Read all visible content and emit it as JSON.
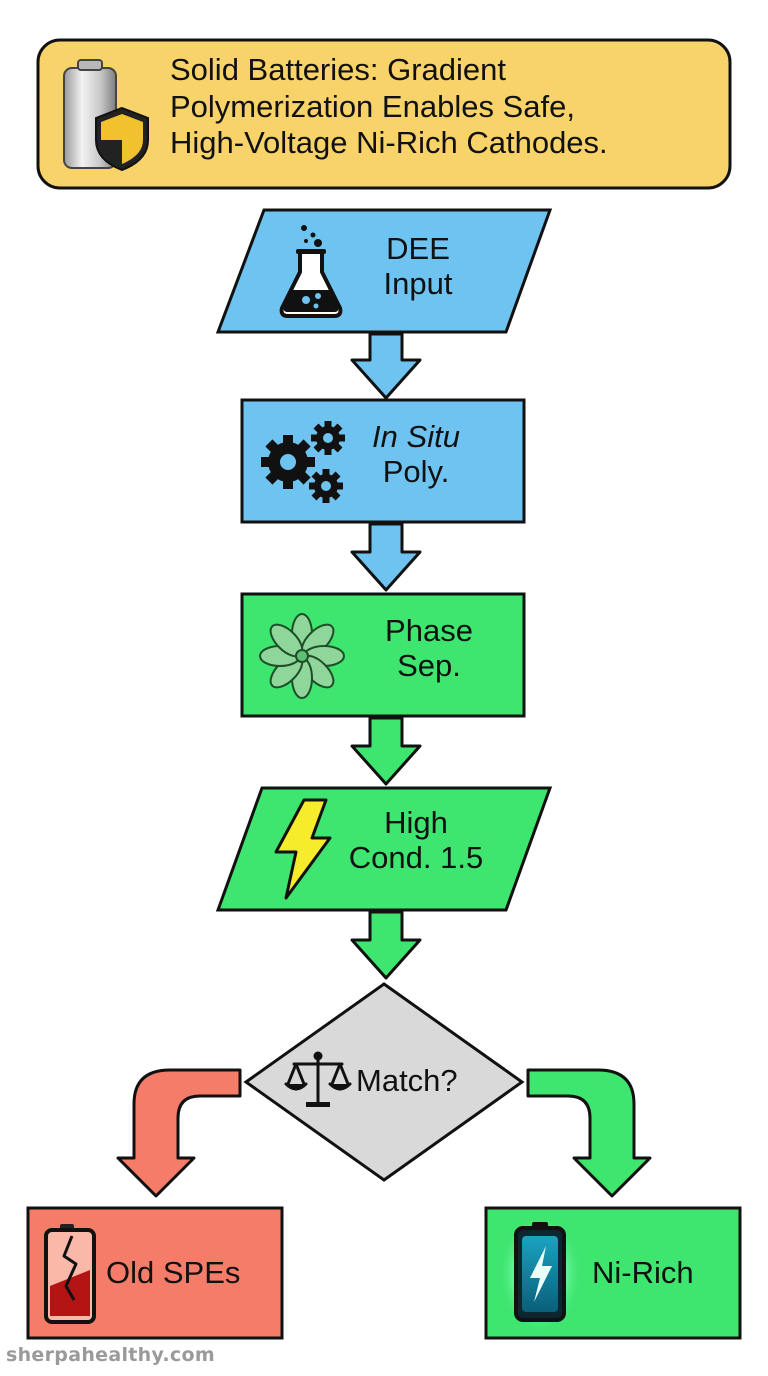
{
  "title": {
    "lines": [
      "Solid Batteries: Gradient",
      "Polymerization Enables Safe,",
      "High-Voltage Ni-Rich Cathodes."
    ]
  },
  "steps": {
    "dee": {
      "line1": "DEE",
      "line2": "Input"
    },
    "poly": {
      "line1": "In Situ",
      "line2": "Poly."
    },
    "phase": {
      "line1": "Phase",
      "line2": "Sep."
    },
    "cond": {
      "line1": "High",
      "line2": "Cond. 1.5"
    }
  },
  "decision": {
    "label": "Match?"
  },
  "outcomes": {
    "old": {
      "label": "Old SPEs"
    },
    "ni": {
      "label": "Ni-Rich"
    }
  },
  "watermark": "sherpahealthy.com",
  "icons": [
    "battery-shield-icon",
    "flask-icon",
    "gears-icon",
    "flower-icon",
    "lightning-icon",
    "balance-scale-icon",
    "broken-battery-icon",
    "charged-battery-icon"
  ],
  "colors": {
    "title_fill": "#f8d36a",
    "blue": "#6ec3f0",
    "green": "#3ee56f",
    "grey": "#d9d9d9",
    "red": "#f47c68",
    "outline": "#111111"
  }
}
